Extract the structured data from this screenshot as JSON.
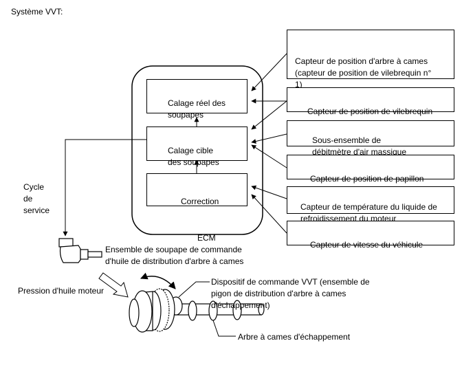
{
  "title": "Système VVT:",
  "ecm": {
    "label": "ECM",
    "actual_timing": "Calage réel des\nsoupapes",
    "target_timing": "Calage cible\ndes soupapes",
    "correction": "Correction"
  },
  "sensors": [
    "Capteur de position d'arbre à cames\n(capteur de position de vilebrequin n°\n1)",
    "Capteur de position de vilebrequin",
    "Sous-ensemble de\ndébitmètre d'air massique",
    "Capteur de position de papillon",
    "Capteur de température du liquide de\nrefroidissement du moteur",
    "Capteur de vitesse du véhicule"
  ],
  "labels": {
    "duty_cycle": "Cycle\nde\nservice",
    "ocv": "Ensemble de soupape de commande\nd'huile de distribution d'arbre à cames",
    "oil_pressure": "Pression d'huile moteur",
    "vvt_controller": "Dispositif de commande VVT (ensemble de\npigon de distribution d'arbre à cames\nd'échappement)",
    "exhaust_camshaft": "Arbre à cames d'échappement"
  }
}
